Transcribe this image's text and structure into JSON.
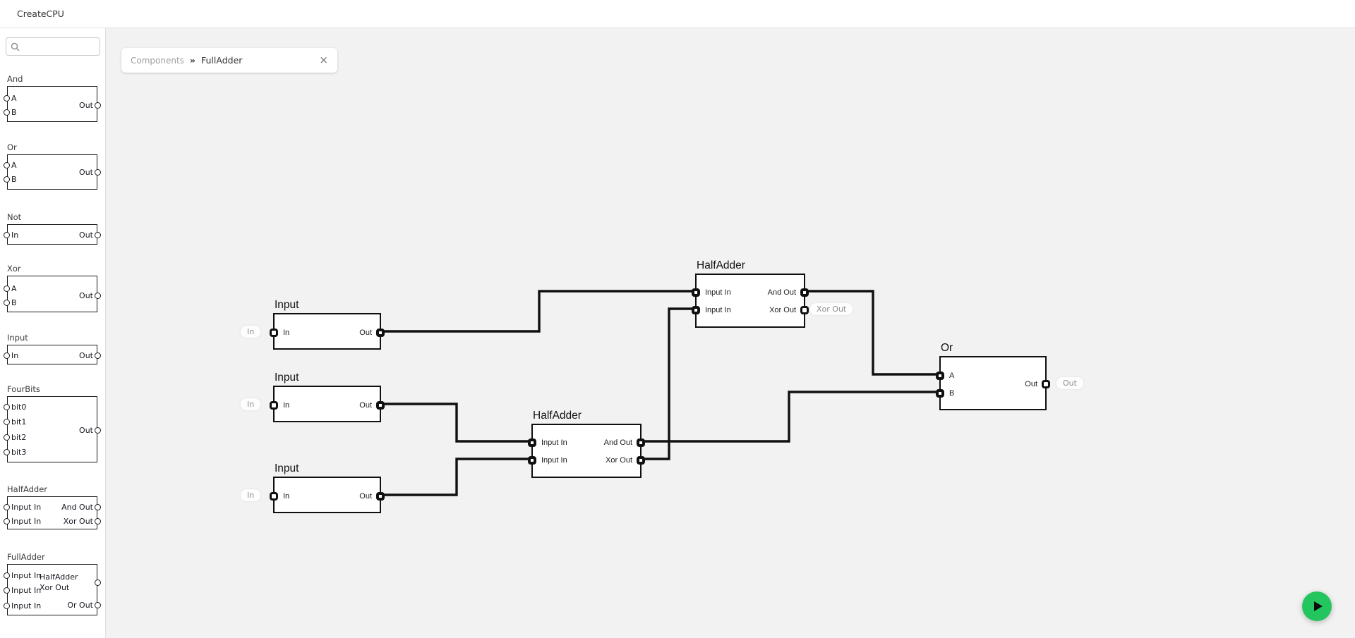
{
  "app": {
    "title": "CreateCPU"
  },
  "colors": {
    "run_button": "#22c55e",
    "canvas_bg": "#f2f2f2",
    "wire": "#101010"
  },
  "search": {
    "placeholder": ""
  },
  "tab": {
    "breadcrumb_root": "Components",
    "separator_icon": "»",
    "breadcrumb_current": "FullAdder",
    "close_icon": "×"
  },
  "sidebar": {
    "items": [
      {
        "label": "And",
        "inputs": [
          "A",
          "B"
        ],
        "outputs": [
          "Out"
        ]
      },
      {
        "label": "Or",
        "inputs": [
          "A",
          "B"
        ],
        "outputs": [
          "Out"
        ]
      },
      {
        "label": "Not",
        "inputs": [
          "In"
        ],
        "outputs": [
          "Out"
        ]
      },
      {
        "label": "Xor",
        "inputs": [
          "A",
          "B"
        ],
        "outputs": [
          "Out"
        ]
      },
      {
        "label": "Input",
        "inputs": [
          "In"
        ],
        "outputs": [
          "Out"
        ]
      },
      {
        "label": "FourBits",
        "inputs": [
          "bit0",
          "bit1",
          "bit2",
          "bit3"
        ],
        "outputs": [
          "Out"
        ]
      },
      {
        "label": "HalfAdder",
        "inputs": [
          "Input In",
          "Input In"
        ],
        "outputs": [
          "And Out",
          "Xor Out"
        ]
      },
      {
        "label": "FullAdder",
        "inputs": [
          "Input In",
          "Input In",
          "Input In"
        ],
        "outputs": [
          "HalfAdder Xor Out",
          "Or Out"
        ]
      }
    ]
  },
  "canvas": {
    "nodes": [
      {
        "title": "Input",
        "inputs": [
          {
            "label": "In"
          }
        ],
        "outputs": [
          {
            "label": "Out"
          }
        ],
        "external_input_label": "In"
      },
      {
        "title": "Input",
        "inputs": [
          {
            "label": "In"
          }
        ],
        "outputs": [
          {
            "label": "Out"
          }
        ],
        "external_input_label": "In"
      },
      {
        "title": "Input",
        "inputs": [
          {
            "label": "In"
          }
        ],
        "outputs": [
          {
            "label": "Out"
          }
        ],
        "external_input_label": "In"
      },
      {
        "title": "HalfAdder",
        "inputs": [
          {
            "label": "Input In"
          },
          {
            "label": "Input In"
          }
        ],
        "outputs": [
          {
            "label": "And Out"
          },
          {
            "label": "Xor Out"
          }
        ],
        "external_output_label": "Xor Out"
      },
      {
        "title": "HalfAdder",
        "inputs": [
          {
            "label": "Input In"
          },
          {
            "label": "Input In"
          }
        ],
        "outputs": [
          {
            "label": "And Out"
          },
          {
            "label": "Xor Out"
          }
        ]
      },
      {
        "title": "Or",
        "inputs": [
          {
            "label": "A"
          },
          {
            "label": "B"
          }
        ],
        "outputs": [
          {
            "label": "Out"
          }
        ],
        "external_output_label": "Out"
      }
    ],
    "connections": [
      {
        "from": "Input#1.Out",
        "to": "HalfAdder#1.Input In (top)"
      },
      {
        "from": "Input#2.Out",
        "to": "HalfAdder#2.Input In (top)"
      },
      {
        "from": "Input#3.Out",
        "to": "HalfAdder#2.Input In (bottom)"
      },
      {
        "from": "HalfAdder#2.Xor Out",
        "to": "HalfAdder#1.Input In (bottom)"
      },
      {
        "from": "HalfAdder#1.And Out",
        "to": "Or.A"
      },
      {
        "from": "HalfAdder#2.And Out",
        "to": "Or.B"
      }
    ]
  },
  "run": {
    "icon": "play"
  }
}
